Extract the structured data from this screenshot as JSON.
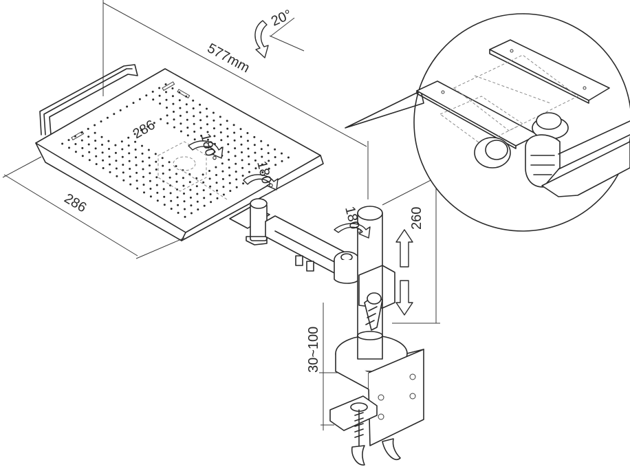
{
  "dimensions": {
    "length_total": "577mm",
    "tray_depth_label": "286",
    "tray_width_label": "286",
    "height_label": "260",
    "clamp_range_label": "30~100"
  },
  "rotations": {
    "tilt_label": "20°",
    "tray_rotate_label": "180°",
    "arm_rotate_label": "180°",
    "pole_rotate_label": "180°"
  },
  "colors": {
    "line": "#2a2a2a",
    "background": "#ffffff"
  }
}
